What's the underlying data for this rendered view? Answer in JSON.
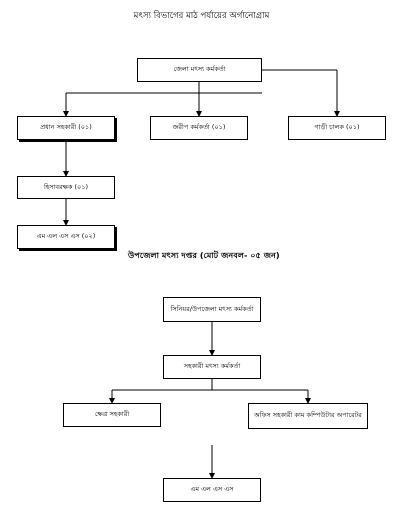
{
  "title": "মৎস্য বিভাগের মাঠ পর্যায়ের অর্গানোগ্রাম",
  "district": {
    "head": "জেলা মৎস্য কর্মকর্তা",
    "assistant_chief": "প্রধান সহকারী (০১)",
    "surveyor": "জরীপ কর্মকর্তা (০১)",
    "driver": "গাড়ী চালক (০১)",
    "accountant": "হিসাবরক্ষক (০১)",
    "mlss": "এম এল এস এস (০২)"
  },
  "upazila": {
    "heading": "উপজেলা মৎস্য দপ্তর (মোট জনবল- ০৫ জন)",
    "senior_officer": "সিনিয়র/উপজেলা মৎস্য কর্মকর্তা",
    "assistant_officer": "সহকারী মৎস্য কর্মকর্তা",
    "field_assistant": "ক্ষেত্র সহকারী",
    "office_assistant": "অফিস সহকারী কাম কম্পিউটার অপারেটর",
    "mlss": "এম এল এস এস"
  }
}
